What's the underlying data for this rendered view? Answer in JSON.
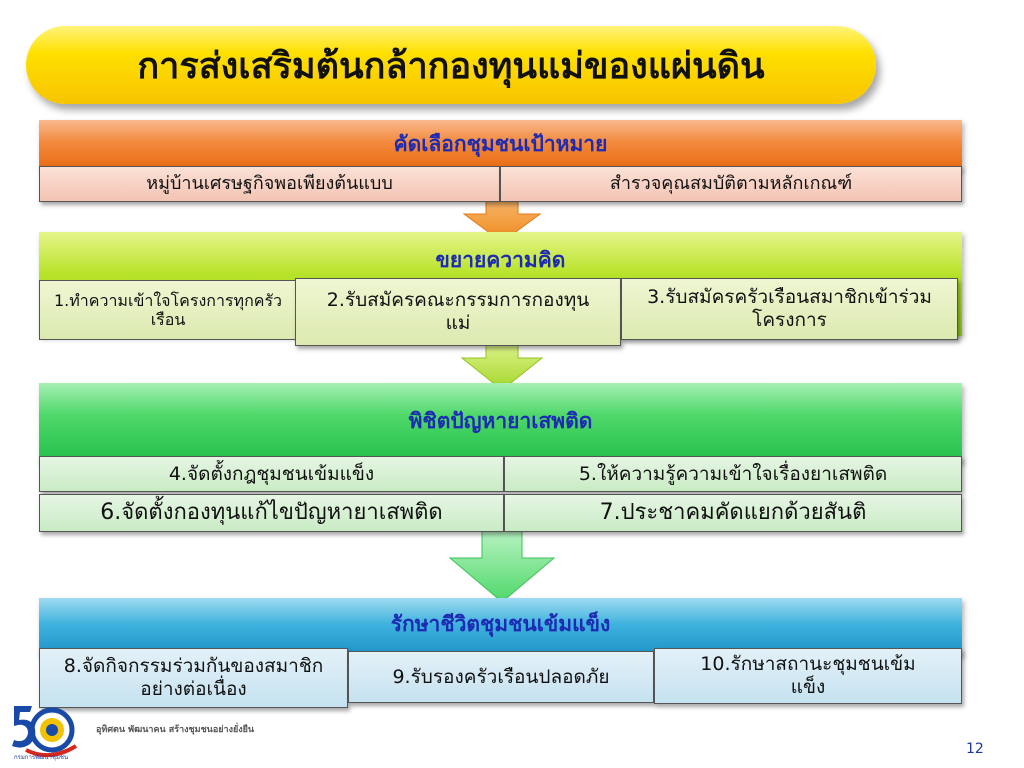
{
  "title": "การส่งเสริมต้นกล้ากองทุนแม่ของแผ่นดิน",
  "sections": [
    {
      "heading": "คัดเลือกชุมชนเป้าหมาย",
      "items": [
        "หมู่บ้านเศรษฐกิจพอเพียงต้นแบบ",
        "สำรวจคุณสมบัติตามหลักเกณฑ์"
      ]
    },
    {
      "heading": "ขยายความคิด",
      "items": [
        "1.ทำความเข้าใจโครงการทุกครัวเรือน",
        "2.รับสมัครคณะกรรมการกองทุนแม่",
        "3.รับสมัครครัวเรือนสมาชิกเข้าร่วมโครงการ"
      ]
    },
    {
      "heading": "พิชิตปัญหายาเสพติด",
      "items": [
        "4.จัดตั้งกฎชุมชนเข้มแข็ง",
        "5.ให้ความรู้ความเข้าใจเรื่องยาเสพติด",
        "6.จัดตั้งกองทุนแก้ไขปัญหายาเสพติด",
        "7.ประชาคมคัดแยกด้วยสันติ"
      ]
    },
    {
      "heading": "รักษาชีวิตชุมชนเข้มแข็ง",
      "items": [
        "8.จัดกิจกรรมร่วมกันของสมาชิกอย่างต่อเนื่อง",
        "9.รับรองครัวเรือนปลอดภัย",
        "10.รักษาสถานะชุมชนเข้มแข็ง"
      ]
    }
  ],
  "logo": {
    "icon": "department-50-year-logo-icon",
    "org_name": "กรมการพัฒนาชุมชน",
    "slogan": "อุทิศตน พัฒนาคน สร้างชุมชนอย่างยั่งยืน"
  },
  "page_number": "12",
  "colors": {
    "title_pill": "#ffe000",
    "section1": "#f3893c",
    "section2": "#b8e32a",
    "section3": "#4fd86a",
    "section4": "#3fb3de",
    "heading_text": "#1d2bb3"
  }
}
